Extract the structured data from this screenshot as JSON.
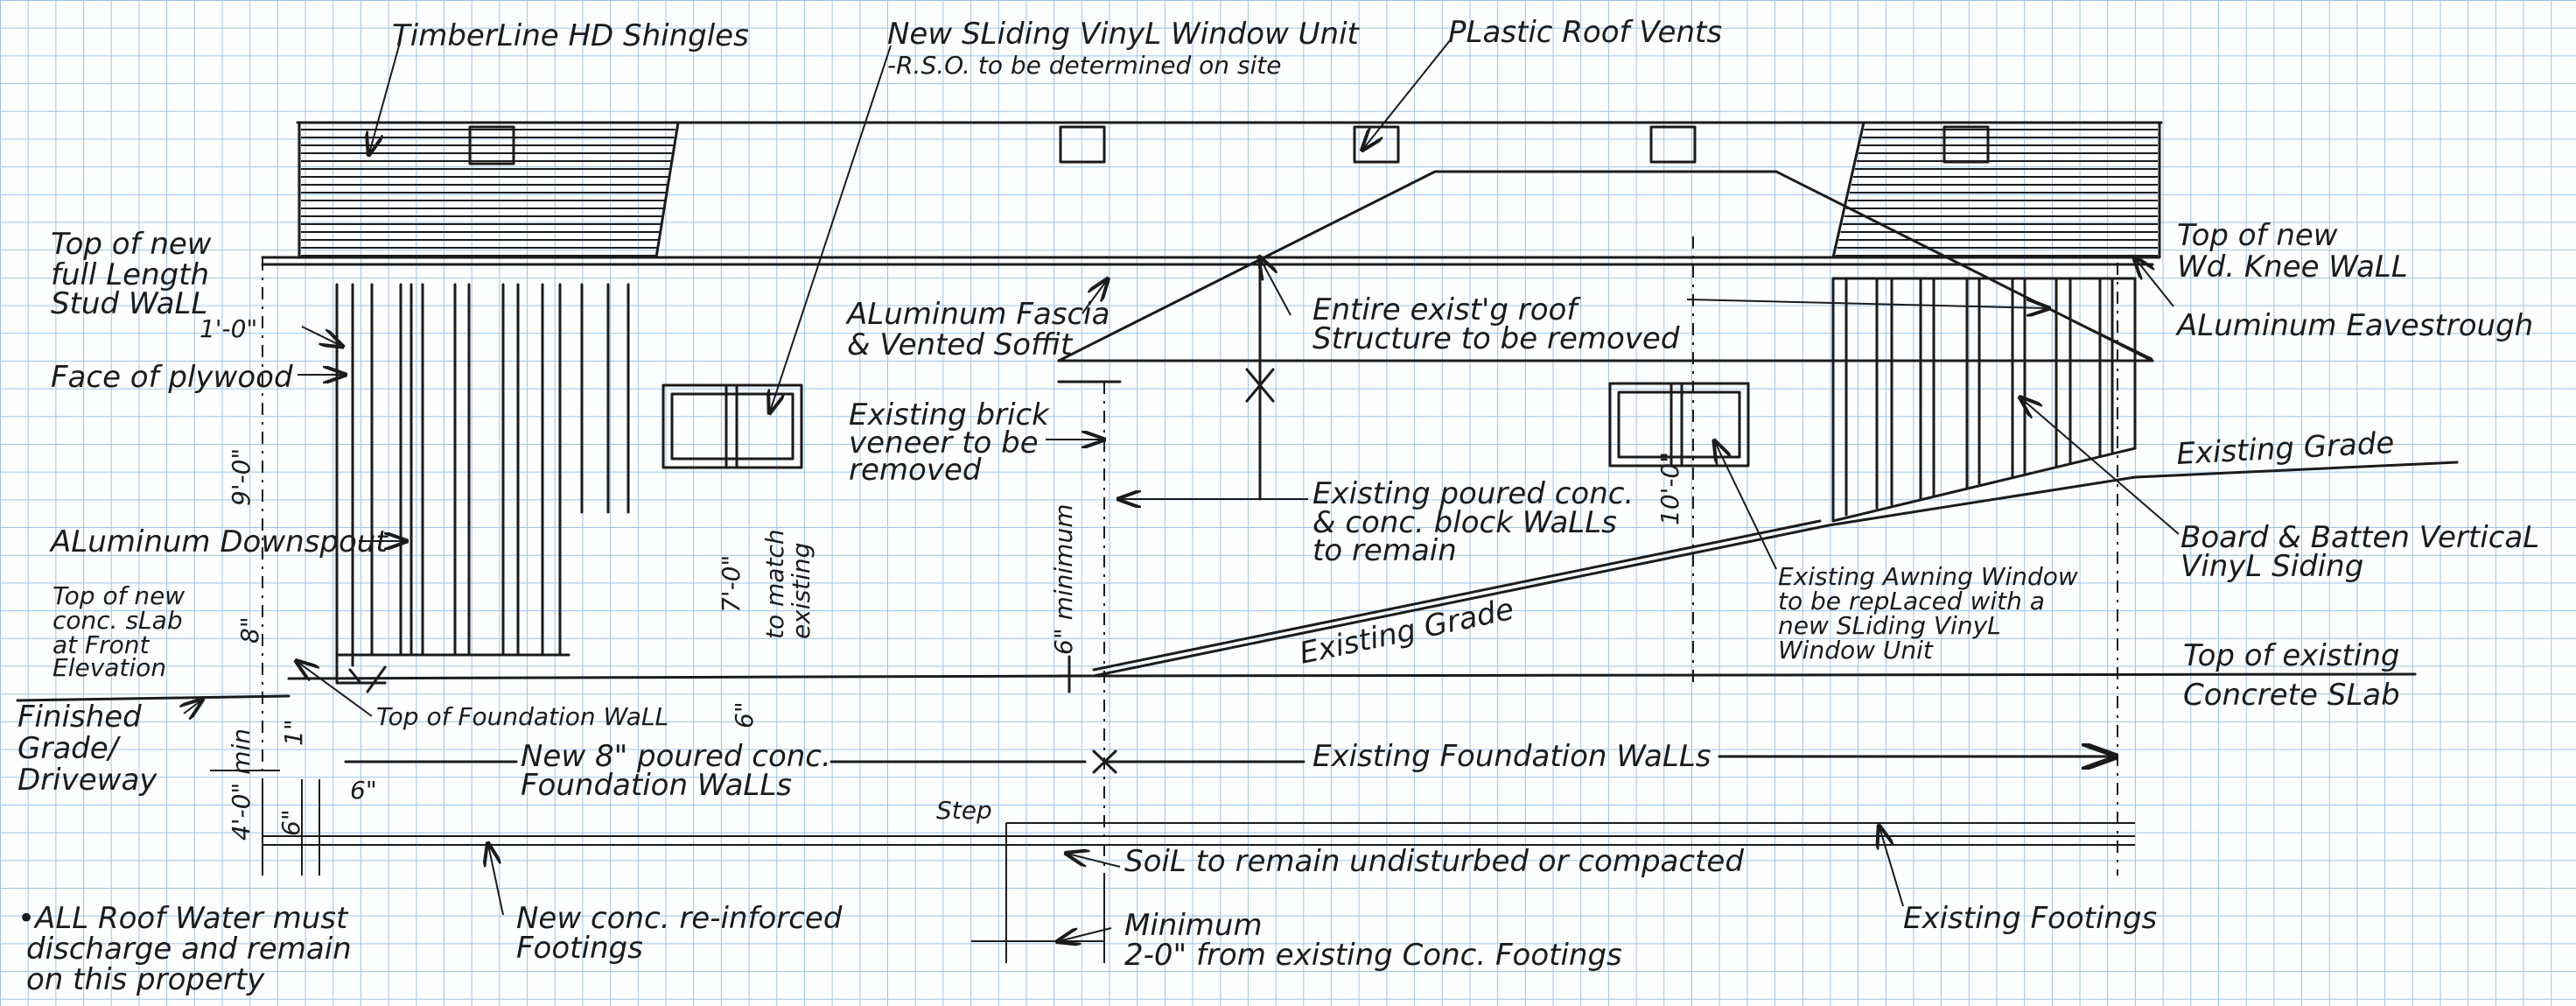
{
  "labels": {
    "shingles": "TimberLine HD Shingles",
    "new_window_1": "New SLiding VinyL Window Unit",
    "new_window_2": "-R.S.O. to be determined on site",
    "roof_vents": "PLastic Roof Vents",
    "stud_wall_1": "Top of new",
    "stud_wall_2": "full Length",
    "stud_wall_3": "Stud WaLL",
    "dim_1_0": "1'-0\"",
    "face_plywood": "Face of plywood",
    "fascia_1": "ALuminum Fascia",
    "fascia_2": "& Vented Soffit",
    "roof_removed_1": "Entire exist'g roof",
    "roof_removed_2": "Structure to be removed",
    "knee_wall_1": "Top of new",
    "knee_wall_2": "Wd. Knee WaLL",
    "eavestrough": "ALuminum Eavestrough",
    "brick_1": "Existing brick",
    "brick_2": "veneer to be",
    "brick_3": "removed",
    "existing_grade_right": "Existing Grade",
    "dim_9_0": "9'-0\"",
    "downspout": "ALuminum Downspout",
    "poured_1": "Existing poured conc.",
    "poured_2": "& conc. block WaLLs",
    "poured_3": "to remain",
    "dim_10_0": "10'-0\"",
    "board_batten_1": "Board & Batten VerticaL",
    "board_batten_2": "VinyL Siding",
    "slab_1": "Top of new",
    "slab_2": "conc. sLab",
    "slab_3": "at Front",
    "slab_4": "Elevation",
    "dim_8": "8\"",
    "dim_7_0": "7'-0\"",
    "to_match_1": "to match",
    "to_match_2": "existing",
    "dim_6_min": "6\" minimum",
    "existing_grade_mid": "Existing Grade",
    "awning_1": "Existing Awning Window",
    "awning_2": "to be repLaced with a",
    "awning_3": "new SLiding VinyL",
    "awning_4": "Window Unit",
    "top_existing_1": "Top of existing",
    "top_existing_2": "Concrete SLab",
    "finished_1": "Finished",
    "finished_2": "Grade/",
    "finished_3": "Driveway",
    "top_foundation": "Top of Foundation WaLL",
    "dim_1": "1\"",
    "dim_6a": "6\"",
    "new_foundation_1": "New 8\" poured conc.",
    "new_foundation_2": "Foundation WaLLs",
    "existing_foundation": "Existing Foundation WaLLs",
    "dim_4_0": "4'-0\" min",
    "dim_6b": "6\"",
    "dim_6c": "6\"",
    "step": "Step",
    "soil": "SoiL to remain undisturbed or compacted",
    "existing_footings": "Existing Footings",
    "roof_water_1": "•ALL Roof Water must",
    "roof_water_2": "discharge and remain",
    "roof_water_3": "on this property",
    "new_footings_1": "New conc. re-inforced",
    "new_footings_2": "Footings",
    "minimum_1": "Minimum",
    "minimum_2": "2-0\" from existing Conc. Footings"
  }
}
